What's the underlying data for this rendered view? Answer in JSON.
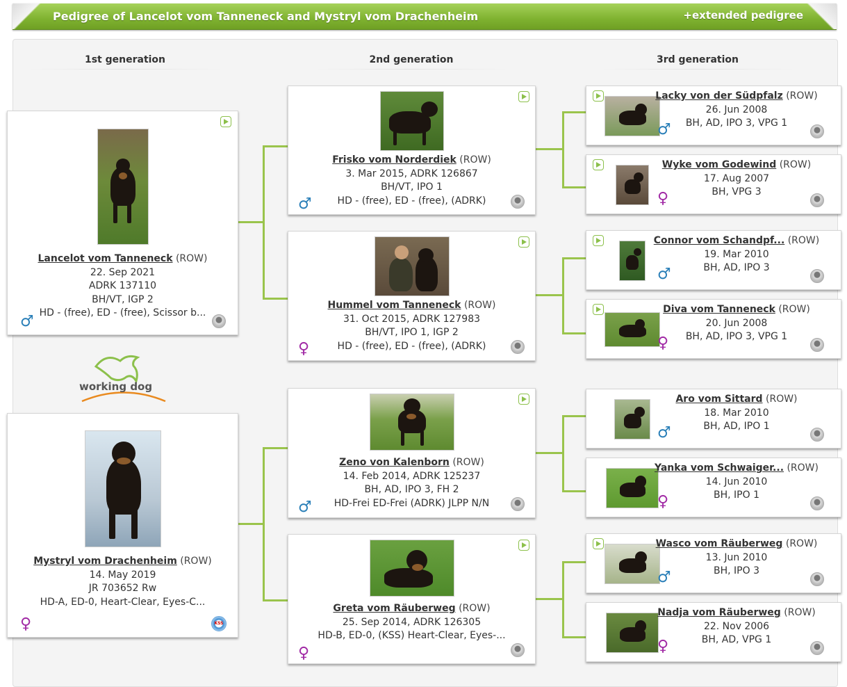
{
  "header": {
    "title": "Pedigree of Lancelot vom Tanneneck and Mystryl vom Drachenheim",
    "extended_link": "+extended pedigree"
  },
  "generations": [
    "1st generation",
    "2nd generation",
    "3rd generation"
  ],
  "logo": {
    "text": "working dog",
    "icon": "working-dog-logo"
  },
  "colors": {
    "accent": "#8cc04b",
    "male": "#2a7fb8",
    "female": "#a12aa5"
  },
  "gen1": [
    {
      "name": "Lancelot vom Tanneneck",
      "reg": "(ROW)",
      "lines": [
        "22. Sep 2021",
        "ADRK 137110",
        "BH/VT, IGP 2",
        "HD - (free), ED - (free), Scissor b..."
      ],
      "sex": "♂",
      "has_video": true,
      "badge": "breed-badge-icon"
    },
    {
      "name": "Mystryl vom Drachenheim",
      "reg": "(ROW)",
      "lines": [
        "14. May 2019",
        "JR 703652 Rw",
        "HD-A, ED-0, Heart-Clear, Eyes-C..."
      ],
      "sex": "♀",
      "has_video": false,
      "badge": "kss-badge-icon",
      "kss_text": "KSS"
    }
  ],
  "gen2": [
    {
      "name": "Frisko vom Norderdiek",
      "reg": "(ROW)",
      "lines": [
        "3. Mar 2015, ADRK 126867",
        "BH/VT, IPO 1",
        "HD - (free), ED - (free), (ADRK)"
      ],
      "sex": "♂"
    },
    {
      "name": "Hummel vom Tanneneck",
      "reg": "(ROW)",
      "lines": [
        "31. Oct 2015, ADRK 127983",
        "BH/VT, IPO 1, IGP 2",
        "HD - (free), ED - (free), (ADRK)"
      ],
      "sex": "♀"
    },
    {
      "name": "Zeno von Kalenborn",
      "reg": "(ROW)",
      "lines": [
        "14. Feb 2014, ADRK 125237",
        "BH, AD, IPO 3, FH 2",
        "HD-Frei ED-Frei (ADRK) JLPP N/N"
      ],
      "sex": "♂"
    },
    {
      "name": "Greta vom Räuberweg",
      "reg": "(ROW)",
      "lines": [
        "25. Sep 2014, ADRK 126305",
        "HD-B, ED-0, (KSS) Heart-Clear, Eyes-..."
      ],
      "sex": "♀"
    }
  ],
  "gen3": [
    {
      "name": "Lacky von der Südpfalz",
      "reg": "(ROW)",
      "lines": [
        "26. Jun 2008",
        "BH, AD, IPO 3, VPG 1"
      ],
      "sex": "♂"
    },
    {
      "name": "Wyke vom Godewind",
      "reg": "(ROW)",
      "lines": [
        "17. Aug 2007",
        "BH, VPG 3"
      ],
      "sex": "♀"
    },
    {
      "name": "Connor vom Schandpf...",
      "reg": "(ROW)",
      "lines": [
        "19. Mar 2010",
        "BH, AD, IPO 3"
      ],
      "sex": "♂"
    },
    {
      "name": "Diva vom Tanneneck",
      "reg": "(ROW)",
      "lines": [
        "20. Jun 2008",
        "BH, AD, IPO 3, VPG 1"
      ],
      "sex": "♀"
    },
    {
      "name": "Aro vom Sittard",
      "reg": "(ROW)",
      "lines": [
        "18. Mar 2010",
        "BH, AD, IPO 1"
      ],
      "sex": "♂"
    },
    {
      "name": "Yanka vom Schwaiger...",
      "reg": "(ROW)",
      "lines": [
        "14. Jun 2010",
        "BH, IPO 1"
      ],
      "sex": "♀"
    },
    {
      "name": "Wasco vom Räuberweg",
      "reg": "(ROW)",
      "lines": [
        "13. Jun 2010",
        "BH, IPO 3"
      ],
      "sex": "♂"
    },
    {
      "name": "Nadja vom Räuberweg",
      "reg": "(ROW)",
      "lines": [
        "22. Nov 2006",
        "BH, AD, VPG 1"
      ],
      "sex": "♀"
    }
  ]
}
